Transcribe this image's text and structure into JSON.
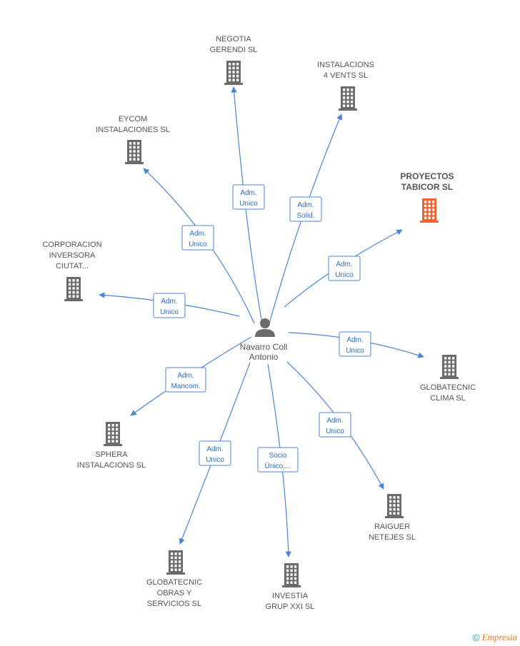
{
  "colors": {
    "edge": "#4a86d4",
    "building": "#6b6b6b",
    "building_highlight": "#f2612e",
    "person": "#6b6b6b"
  },
  "center": {
    "name_line1": "Navarro Coll",
    "name_line2": "Antonio",
    "icon": "person-icon"
  },
  "companies": [
    {
      "id": "negotia",
      "lines": [
        "NEGOTIA",
        "GERENDI SL"
      ],
      "highlight": false,
      "rel": [
        "Adm.",
        "Unico"
      ]
    },
    {
      "id": "instalacions4",
      "lines": [
        "INSTALACIONS",
        "4 VENTS SL"
      ],
      "highlight": false,
      "rel": [
        "Adm.",
        "Solid."
      ]
    },
    {
      "id": "eycom",
      "lines": [
        "EYCOM",
        "INSTALACIONES SL"
      ],
      "highlight": false,
      "rel": [
        "Adm.",
        "Unico"
      ]
    },
    {
      "id": "proyectos",
      "lines": [
        "PROYECTOS",
        "TABICOR SL"
      ],
      "highlight": true,
      "rel": [
        "Adm.",
        "Unico"
      ]
    },
    {
      "id": "corporacion",
      "lines": [
        "CORPORACION",
        "INVERSORA",
        "CIUTAT..."
      ],
      "highlight": false,
      "rel": [
        "Adm.",
        "Unico"
      ]
    },
    {
      "id": "globaclima",
      "lines": [
        "GLOBATECNIC",
        "CLIMA SL"
      ],
      "highlight": false,
      "rel": [
        "Adm.",
        "Unico"
      ]
    },
    {
      "id": "sphera",
      "lines": [
        "SPHERA",
        "INSTALACIONS SL"
      ],
      "highlight": false,
      "rel": [
        "Adm.",
        "Mancom."
      ]
    },
    {
      "id": "raiguer",
      "lines": [
        "RAIGUER",
        "NETEJES SL"
      ],
      "highlight": false,
      "rel": [
        "Adm.",
        "Unico"
      ]
    },
    {
      "id": "globaobras",
      "lines": [
        "GLOBATECNIC",
        "OBRAS Y",
        "SERVICIOS SL"
      ],
      "highlight": false,
      "rel": [
        "Adm.",
        "Unico"
      ]
    },
    {
      "id": "investia",
      "lines": [
        "INVESTIA",
        "GRUP XXI SL"
      ],
      "highlight": false,
      "rel": [
        "Socio",
        "Único,..."
      ]
    }
  ],
  "footer": {
    "copyright": "©",
    "brand": "Empresia"
  }
}
